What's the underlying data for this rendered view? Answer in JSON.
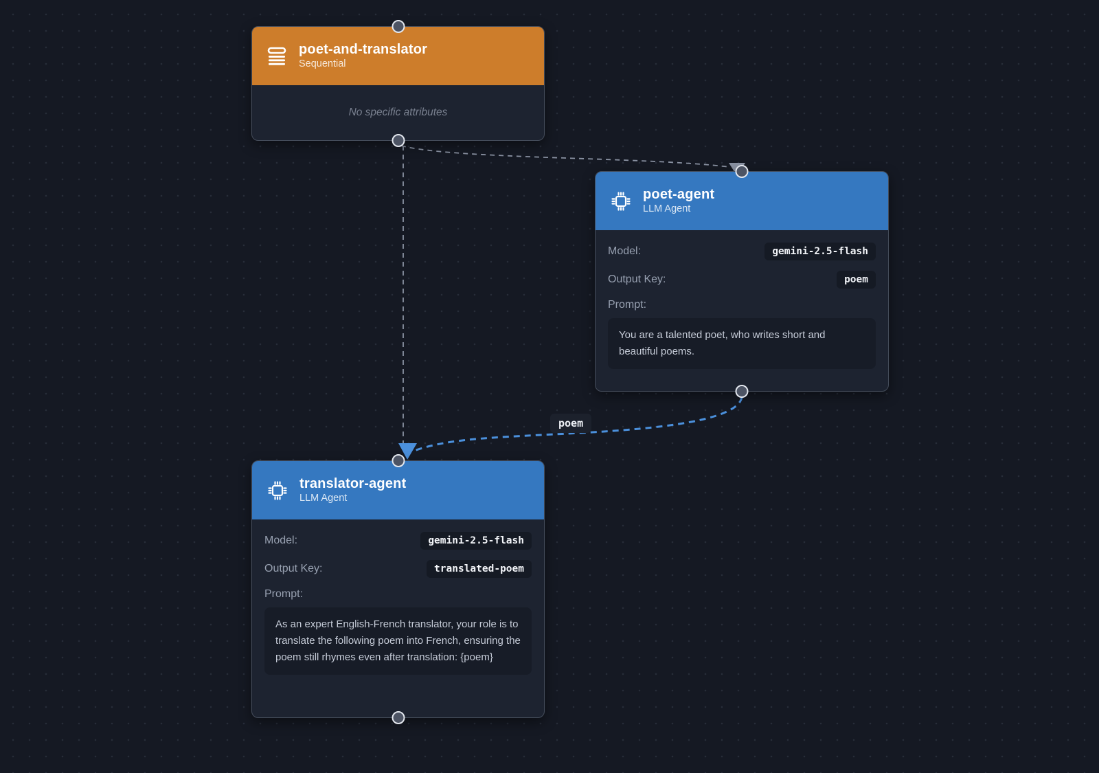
{
  "canvas": {
    "background_color": "#151923",
    "grid_dot_color": "#272d39"
  },
  "colors": {
    "sequential_header": "#cd7d2b",
    "llm_agent_header": "#3578c0",
    "node_body": "#1d2330",
    "workflow_edge": "#8a92a2",
    "data_edge": "#4b90dc"
  },
  "nodes": {
    "sequential": {
      "title": "poet-and-translator",
      "subtitle": "Sequential",
      "icon": "list-icon",
      "empty_note": "No specific attributes"
    },
    "poet": {
      "title": "poet-agent",
      "subtitle": "LLM Agent",
      "icon": "chip-icon",
      "model_label": "Model:",
      "model_value": "gemini-2.5-flash",
      "output_key_label": "Output Key:",
      "output_key_value": "poem",
      "prompt_label": "Prompt:",
      "prompt_value": "You are a talented poet, who writes short and beautiful poems."
    },
    "translator": {
      "title": "translator-agent",
      "subtitle": "LLM Agent",
      "icon": "chip-icon",
      "model_label": "Model:",
      "model_value": "gemini-2.5-flash",
      "output_key_label": "Output Key:",
      "output_key_value": "translated-poem",
      "prompt_label": "Prompt:",
      "prompt_value": "As an expert English-French translator, your role is to translate the following poem into French, ensuring the poem still rhymes even after translation: {poem}"
    }
  },
  "edges": [
    {
      "id": "poet-and-translator-to-poet-agent",
      "style": "gray-dashed",
      "label": ""
    },
    {
      "id": "poet-and-translator-to-translator-agent",
      "style": "gray-dashed",
      "label": ""
    },
    {
      "id": "poet-agent-to-translator-agent",
      "style": "blue-dashed",
      "label": "poem"
    }
  ]
}
